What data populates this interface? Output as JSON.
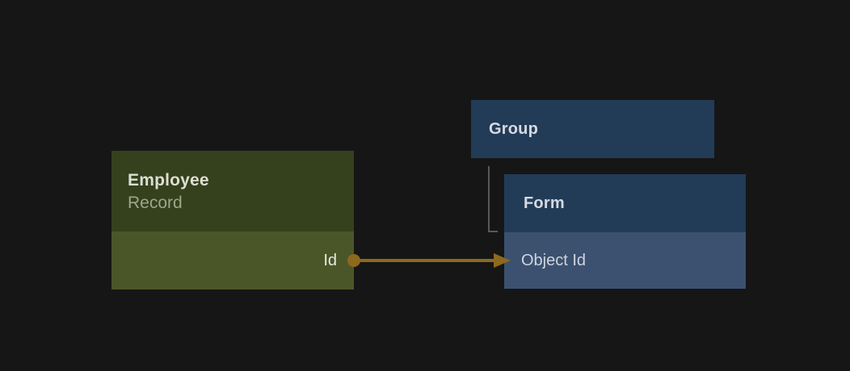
{
  "nodes": {
    "employee": {
      "title": "Employee",
      "subtitle": "Record",
      "field": "Id"
    },
    "group": {
      "title": "Group"
    },
    "form": {
      "title": "Form",
      "field": "Object Id"
    }
  },
  "edges": {
    "id_to_object_id": {
      "from": "Employee.Id",
      "to": "Form.Object Id"
    },
    "group_to_form": {
      "from": "Group",
      "to": "Form"
    }
  },
  "colors": {
    "background": "#161616",
    "employee_header_bg": "#35401d",
    "employee_body_bg": "#4b5628",
    "blue_header_bg": "#223c58",
    "blue_field_bg": "#3c5170",
    "arrow_color": "#8d691e",
    "connector_color": "#58595a",
    "employee_title_color": "#dcdfd3",
    "employee_subtitle_color": "#9ea68b",
    "employee_field_color": "#e6e8db",
    "blue_title_color": "#d6dae1",
    "blue_field_color": "#cfd4dc"
  }
}
